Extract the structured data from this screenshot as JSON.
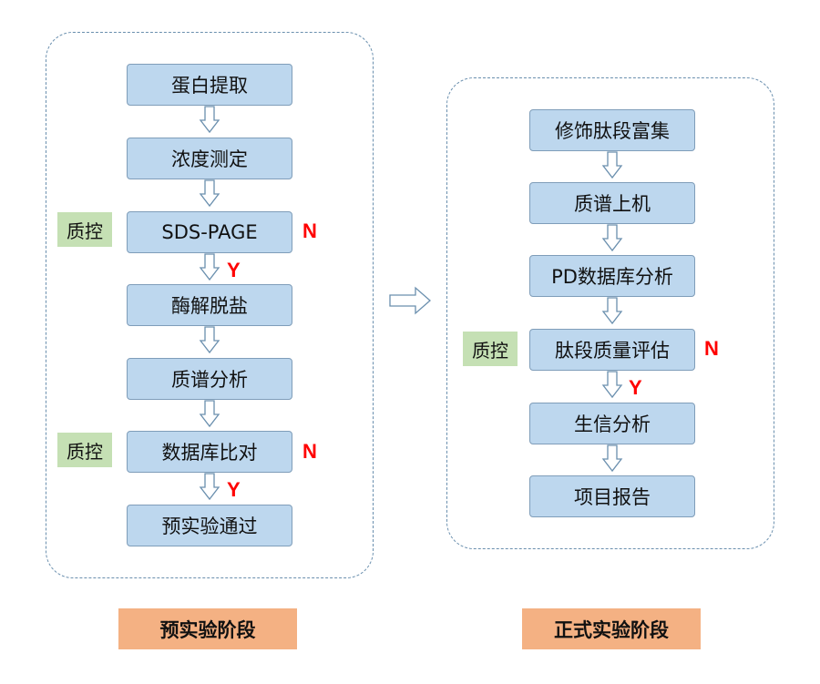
{
  "pre_stage": {
    "label": "预实验阶段",
    "steps": [
      "蛋白提取",
      "浓度测定",
      "SDS-PAGE",
      "酶解脱盐",
      "质谱分析",
      "数据库比对",
      "预实验通过"
    ],
    "qc_label": "质控",
    "fail_mark": "N",
    "pass_mark": "Y"
  },
  "main_stage": {
    "label": "正式实验阶段",
    "steps": [
      "修饰肽段富集",
      "质谱上机",
      "PD数据库分析",
      "肽段质量评估",
      "生信分析",
      "项目报告"
    ],
    "qc_label": "质控",
    "fail_mark": "N",
    "pass_mark": "Y"
  },
  "colors": {
    "step_fill": "#bdd7ee",
    "qc_fill": "#c5e0b4",
    "stage_fill": "#f4b183",
    "mark": "#ff0000",
    "panel_border": "#6a8fae"
  }
}
